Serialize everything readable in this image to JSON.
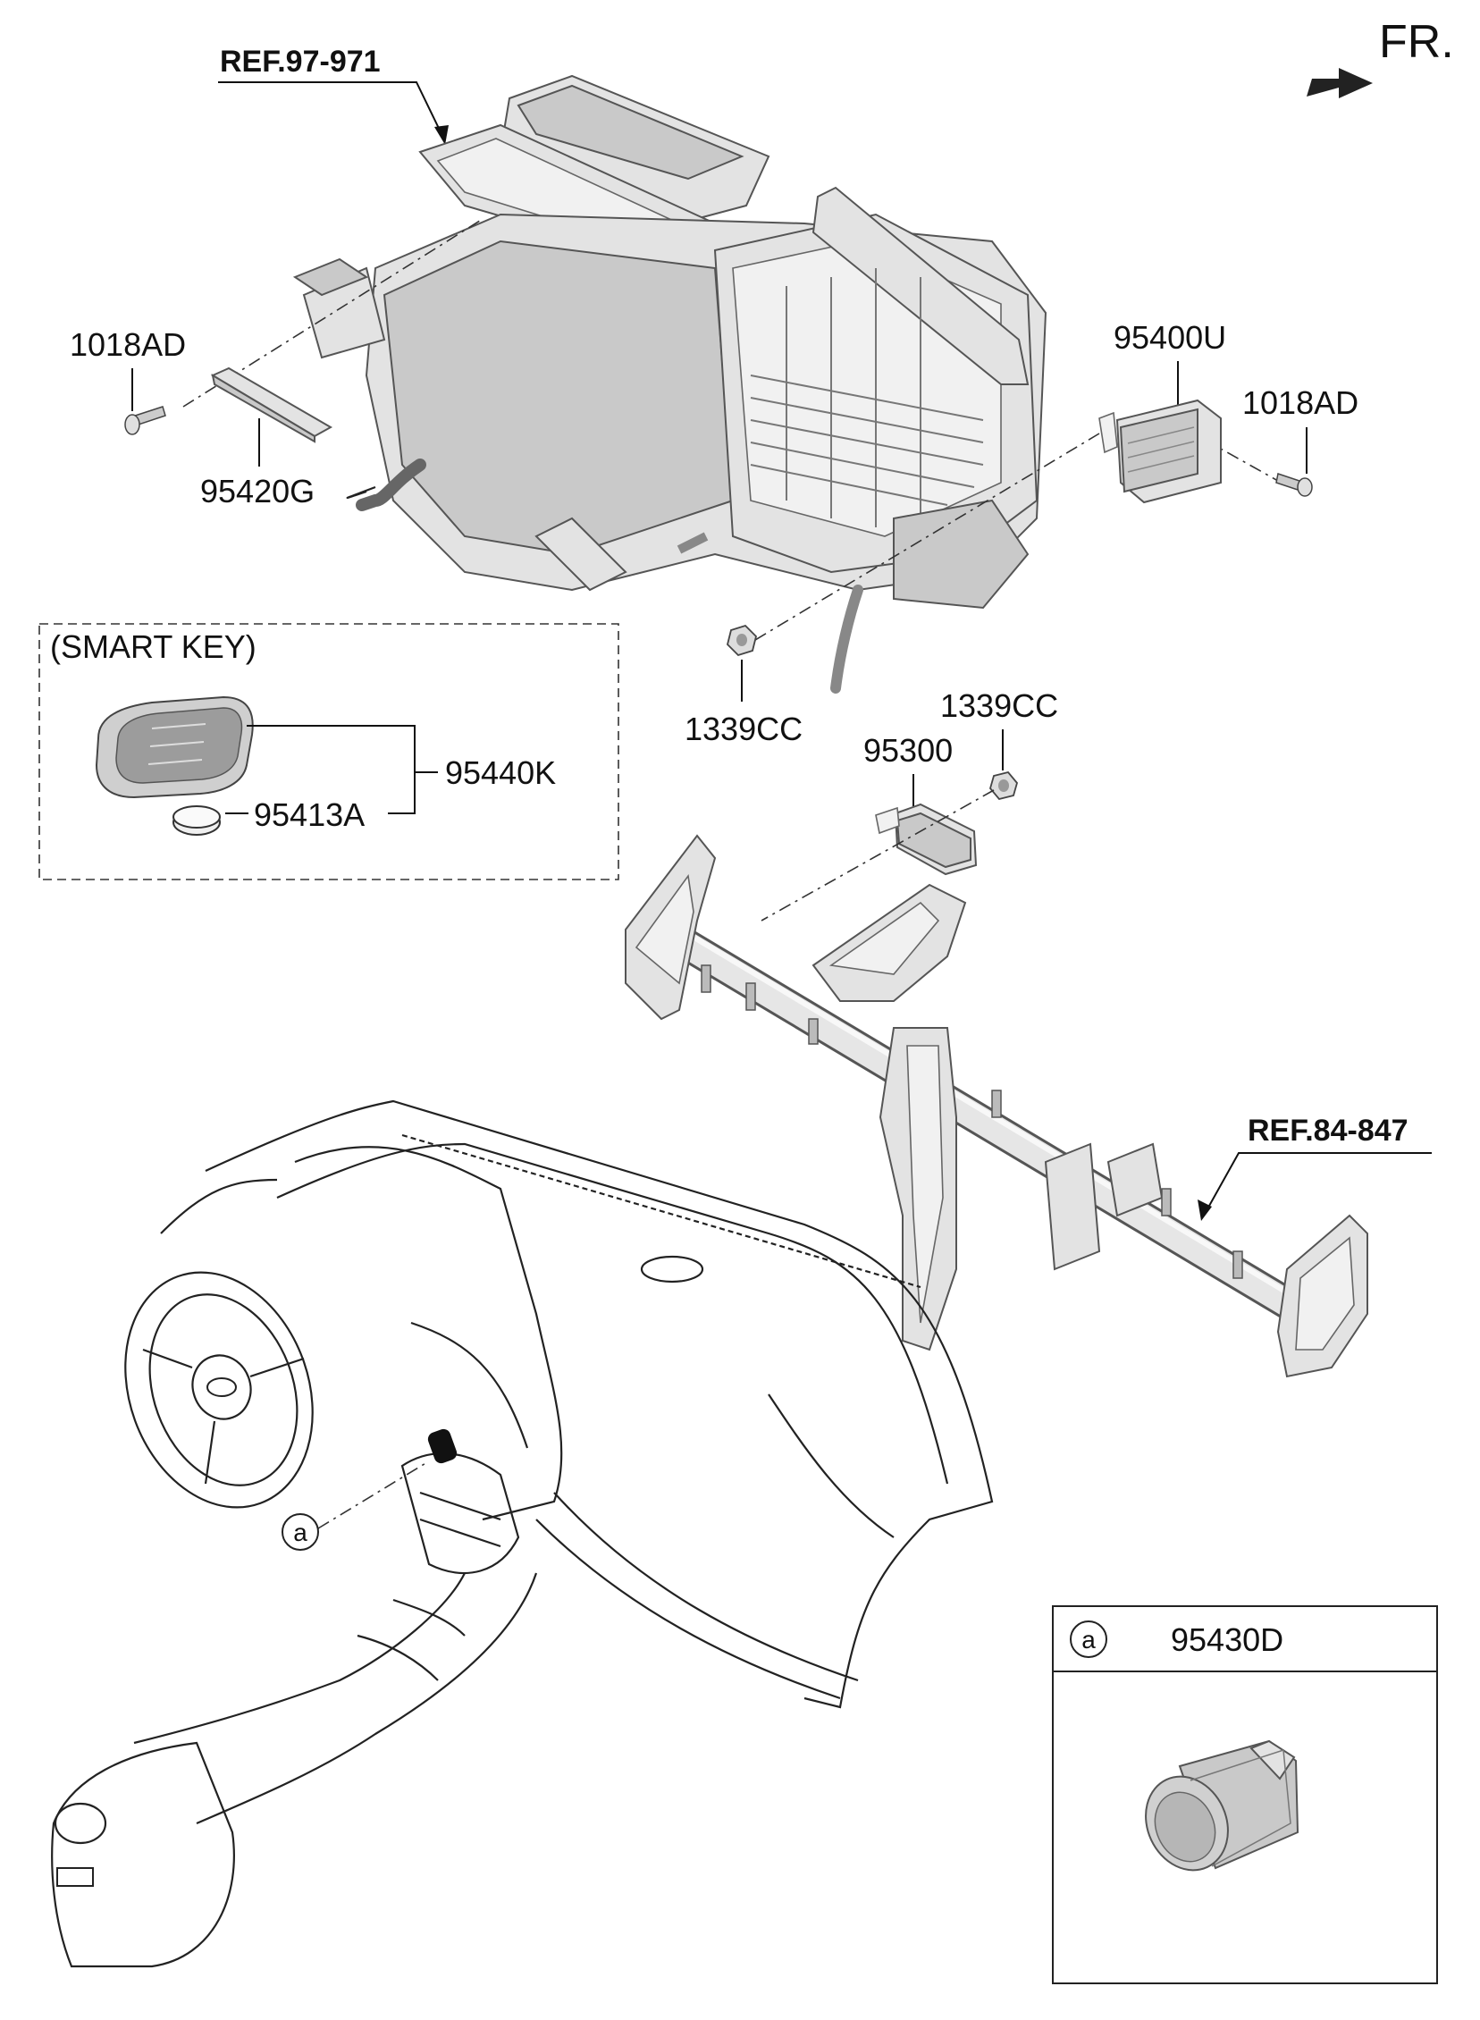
{
  "direction": {
    "label": "FR."
  },
  "references": {
    "hvac": "REF.97-971",
    "cowl_crossmember": "REF.84-847"
  },
  "parts": {
    "screw_left": "1018AD",
    "antenna": "95420G",
    "module": "95400U",
    "screw_right": "1018AD",
    "nut_1": "1339CC",
    "nut_2": "1339CC",
    "unit_95300": "95300",
    "smart_key": "95440K",
    "battery": "95413A"
  },
  "smart_key_box": {
    "title": "(SMART KEY)"
  },
  "detail_a": {
    "callout": "a",
    "part": "95430D"
  },
  "callout_a": "a"
}
